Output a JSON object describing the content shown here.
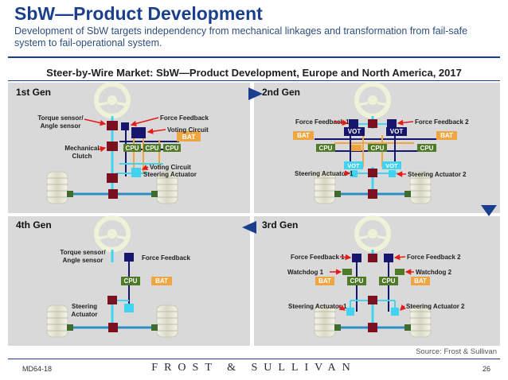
{
  "slide": {
    "title": "SbW—Product Development",
    "subtitle": "Development of SbW targets independency from mechanical linkages and transformation from fail-safe system to fail-operational system.",
    "chart_title": "Steer-by-Wire Market: SbW—Product Development, Europe and North America, 2017",
    "source": "Source: Frost & Sullivan",
    "slide_id": "MD64-18",
    "brand": "FROST & SULLIVAN",
    "page_number": "26"
  },
  "colors": {
    "brand_blue": "#1b3f8f",
    "panel_gray": "#d9d9d9",
    "steering_dark": "#7a1020",
    "sensor_navy": "#16166e",
    "cpu_green": "#4f7a28",
    "bat_orange": "#f0a640",
    "linkage_cyan": "#40d4f2",
    "arrow_red": "#e21b1b"
  },
  "panels": {
    "gen1": {
      "title": "1st Gen",
      "labels": {
        "torque": [
          "Torque sensor/",
          "Angle sensor"
        ],
        "force": "Force Feedback",
        "voting": "Voting Circuit",
        "bat": "BAT",
        "mech": [
          "Mechanical",
          "Clutch"
        ],
        "cpu": "CPU",
        "voting2": "Voting Circuit",
        "actuator": "Steering Actuator"
      }
    },
    "gen2": {
      "title": "2nd Gen",
      "labels": {
        "ff1": "Force Feedback 1",
        "ff2": "Force Feedback 2",
        "vot": "VOT",
        "bat": "BAT",
        "cpu": "CPU",
        "act1": "Steering Actuator 1",
        "act2": "Steering Actuator 2"
      }
    },
    "gen3": {
      "title": "3rd Gen",
      "labels": {
        "ff1": "Force Feedback 1",
        "ff2": "Force Feedback 2",
        "wd1": "Watchdog 1",
        "wd2": "Watchdog 2",
        "bat": "BAT",
        "cpu": "CPU",
        "act1": "Steering Actuator 1",
        "act2": "Steering Actuator 2"
      }
    },
    "gen4": {
      "title": "4th Gen",
      "labels": {
        "torque": [
          "Torque sensor/",
          "Angle sensor"
        ],
        "force": "Force Feedback",
        "cpu": "CPU",
        "bat": "BAT",
        "act": [
          "Steering",
          "Actuator"
        ]
      }
    }
  }
}
